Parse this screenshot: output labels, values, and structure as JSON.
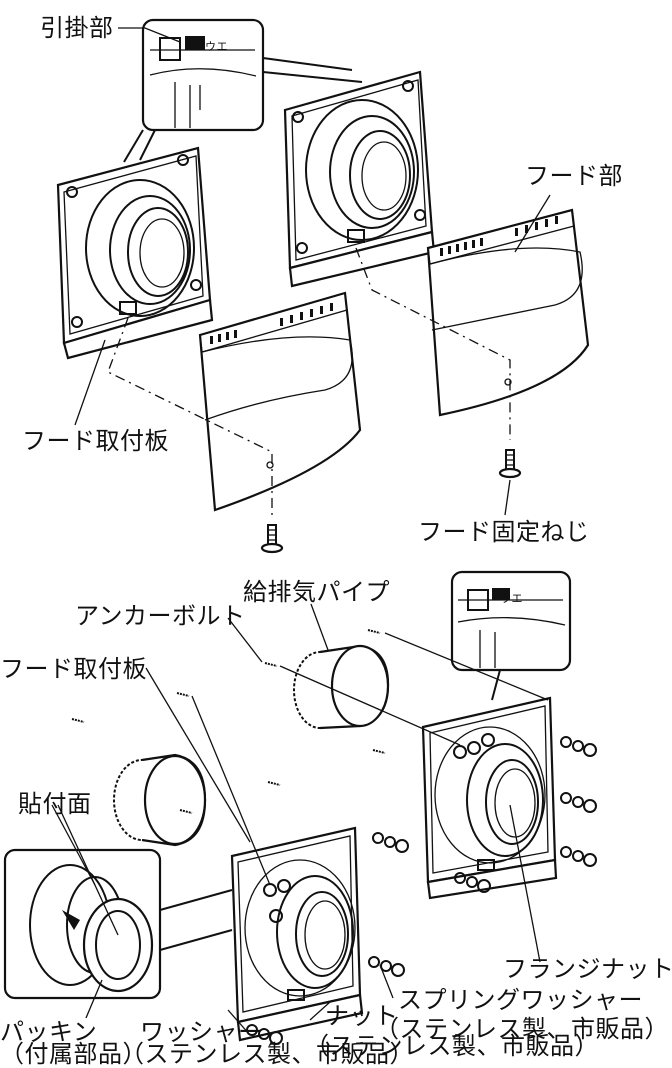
{
  "labels": {
    "hook": "引掛部",
    "hood": "フード部",
    "hood_mount_plate_top": "フード取付板",
    "hood_screw": "フード固定ねじ",
    "supply_exhaust_pipe": "給排気パイプ",
    "anchor_bolt": "アンカーボルト",
    "hood_mount_plate_bottom": "フード取付板",
    "adhesive_surface": "貼付面",
    "flange_nut": "フランジナット",
    "spring_washer": "スプリングワッシャー",
    "spring_washer_note": "（ステンレス製、市販品）",
    "nut": "ナット",
    "nut_note": "（ステンレス製、市販品）",
    "packing": "パッキン",
    "packing_note": "（付属部品）",
    "washer": "ワッシャー",
    "washer_note": "（ステンレス製、市販品）",
    "inset_text": "ウエ",
    "inset_text_2": "ウエ"
  }
}
